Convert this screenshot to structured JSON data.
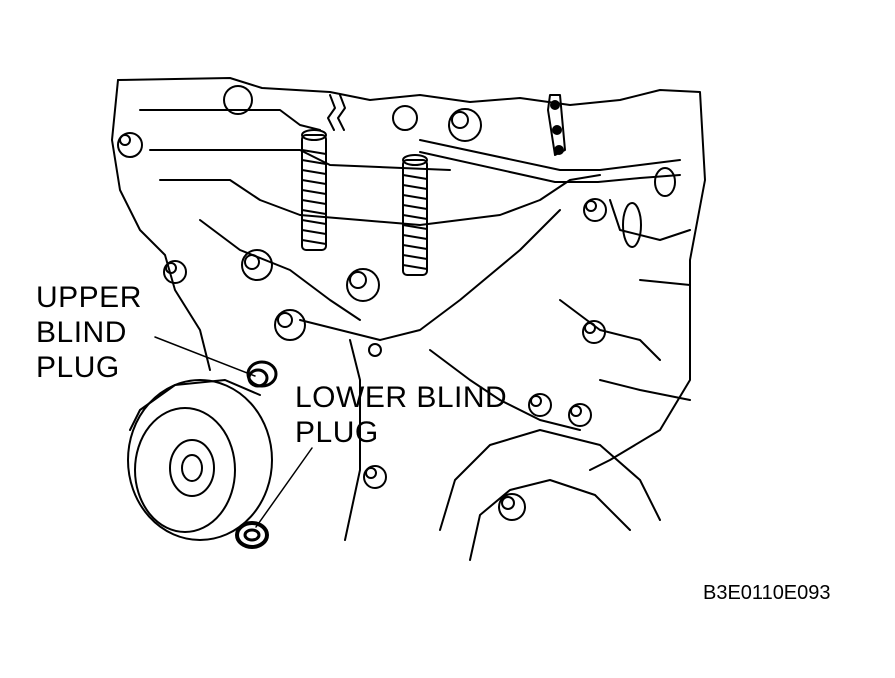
{
  "labels": {
    "upper_blind_plug": [
      "UPPER",
      "BLIND",
      "PLUG"
    ],
    "lower_blind_plug": [
      "LOWER BLIND",
      "PLUG"
    ]
  },
  "figure_code": "B3E0110E093",
  "colors": {
    "ink": "#000000",
    "paper": "#ffffff"
  }
}
